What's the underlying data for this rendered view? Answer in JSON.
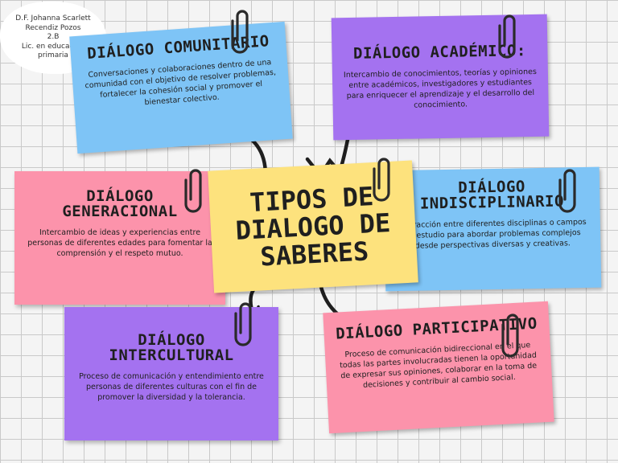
{
  "author": {
    "lines": [
      "D.F. Johanna Scarlett",
      "Recendiz Pozos",
      "2.B",
      "Lic. en educación",
      "primaria"
    ]
  },
  "central": {
    "title": "TIPOS DE\nDIALOGO DE\nSABERES"
  },
  "cards": {
    "comunitario": {
      "title": "DIÁLOGO COMUNITARIO",
      "text": "Conversaciones y colaboraciones dentro de una comunidad con el objetivo de resolver problemas, fortalecer la cohesión social y promover el bienestar colectivo."
    },
    "academico": {
      "title": "DIÁLOGO ACADÉMICO:",
      "text": "Intercambio de conocimientos, teorías y opiniones entre académicos, investigadores y estudiantes para enriquecer el aprendizaje y el desarrollo del conocimiento."
    },
    "generacional": {
      "title": "DIÁLOGO GENERACIONAL",
      "text": "Intercambio de ideas y experiencias entre personas de diferentes edades para fomentar la comprensión y el respeto mutuo."
    },
    "interdisciplinario": {
      "title": "DIÁLOGO INDISCIPLINARIO",
      "text": "Interacción entre diferentes disciplinas o campos de estudio para abordar problemas complejos desde perspectivas diversas y creativas."
    },
    "intercultural": {
      "title": "DIÁLOGO INTERCULTURAL",
      "text": "Proceso de comunicación y entendimiento entre personas de diferentes culturas con el fin de promover la diversidad y la tolerancia."
    },
    "participativo": {
      "title": "DIÁLOGO PARTICIPATIVO",
      "text": "Proceso de comunicación bidireccional en el que todas las partes involucradas tienen la oportunidad de expresar sus opiniones, colaborar en la toma de decisiones y contribuir al cambio social."
    }
  },
  "colors": {
    "blue": "#7ec4f6",
    "purple": "#a472f0",
    "pink": "#fc93ab",
    "yellow": "#fde27d",
    "ink": "#1f1f1f"
  },
  "icons": [
    "paperclip-icon",
    "arrow-icon"
  ]
}
